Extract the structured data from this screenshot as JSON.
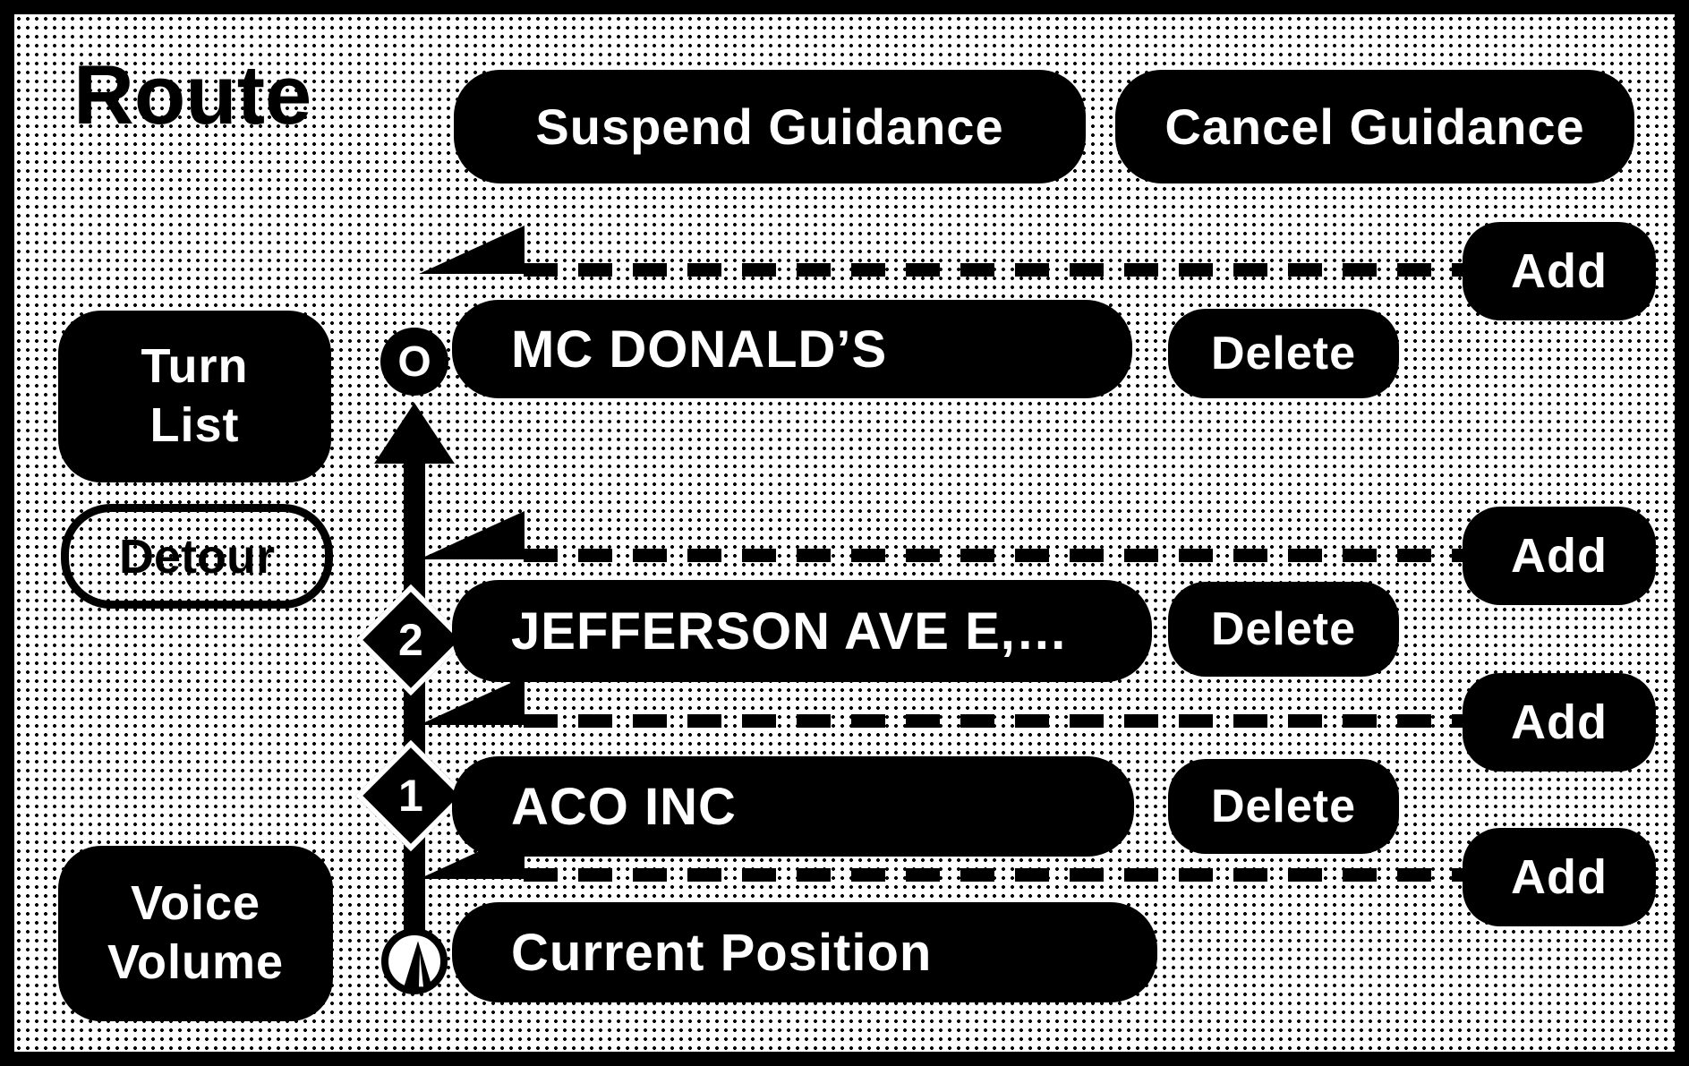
{
  "title": "Route",
  "top": {
    "suspend_label": "Suspend Guidance",
    "cancel_label": "Cancel Guidance"
  },
  "sidebar": {
    "turn_list": [
      "Turn",
      "List"
    ],
    "detour_label": "Detour",
    "voice_volume": [
      "Voice",
      "Volume"
    ]
  },
  "route": {
    "add_label": "Add",
    "destination": {
      "label": "MC DONALD’S",
      "marker": "O",
      "delete_label": "Delete"
    },
    "waypoints": [
      {
        "label": "JEFFERSON AVE E,…",
        "marker": "2",
        "delete_label": "Delete"
      },
      {
        "label": "ACO INC",
        "marker": "1",
        "delete_label": "Delete"
      }
    ],
    "origin": {
      "label": "Current Position"
    }
  },
  "colors": {
    "background": "#ffffff",
    "foreground": "#000000"
  }
}
